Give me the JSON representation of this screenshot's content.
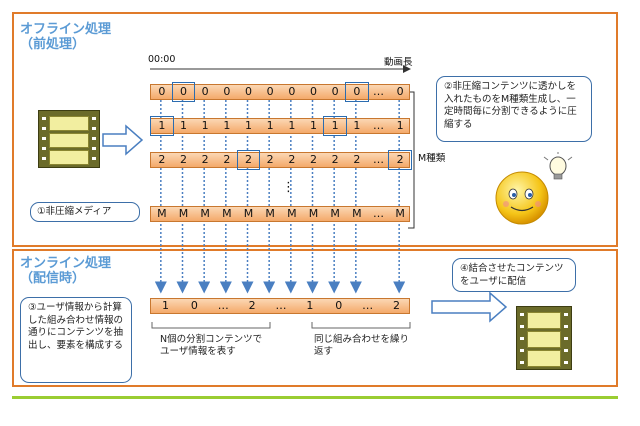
{
  "offline": {
    "title_1": "オフライン処理",
    "title_2": "（前処理）"
  },
  "online": {
    "title_1": "オンライン処理",
    "title_2": "（配信時）"
  },
  "timeline": {
    "start_label": "00:00",
    "end_label": "動画長"
  },
  "rows": [
    {
      "cells": [
        "0",
        "0",
        "0",
        "0",
        "0",
        "0",
        "0",
        "0",
        "0",
        "0",
        "…",
        "0"
      ],
      "highlights": [
        1,
        9
      ]
    },
    {
      "cells": [
        "1",
        "1",
        "1",
        "1",
        "1",
        "1",
        "1",
        "1",
        "1",
        "1",
        "…",
        "1"
      ],
      "highlights": [
        0,
        8
      ]
    },
    {
      "cells": [
        "2",
        "2",
        "2",
        "2",
        "2",
        "2",
        "2",
        "2",
        "2",
        "2",
        "…",
        "2"
      ],
      "highlights": [
        4,
        11
      ]
    },
    {
      "cells": [
        "⋮"
      ],
      "highlights": []
    },
    {
      "cells": [
        "M",
        "M",
        "M",
        "M",
        "M",
        "M",
        "M",
        "M",
        "M",
        "M",
        "…",
        "M"
      ],
      "highlights": []
    }
  ],
  "output_row": {
    "cells": [
      "1",
      "0",
      "…",
      "2",
      "…",
      "1",
      "0",
      "…",
      "2"
    ]
  },
  "m_kinds_label": "M種類",
  "media_label": "①非圧縮メディア",
  "note_2": "②非圧縮コンテンツに透かしを入れたものをM種類生成し、一定時間毎に分割できるように圧縮する",
  "note_3": "③ユーザ情報から計算した組み合わせ情報の通りにコンテンツを抽出し、要素を構成する",
  "note_4": "④結合させたコンテンツをユーザに配信",
  "caption_n": "N個の分割コンテンツでユーザ情報を表す",
  "caption_repeat": "同じ組み合わせを繰り返す",
  "colors": {
    "panel_border": "#e07b2a",
    "title": "#5b9bd5",
    "highlight": "#2b6cb0",
    "arrow": "#4a7fc1"
  }
}
